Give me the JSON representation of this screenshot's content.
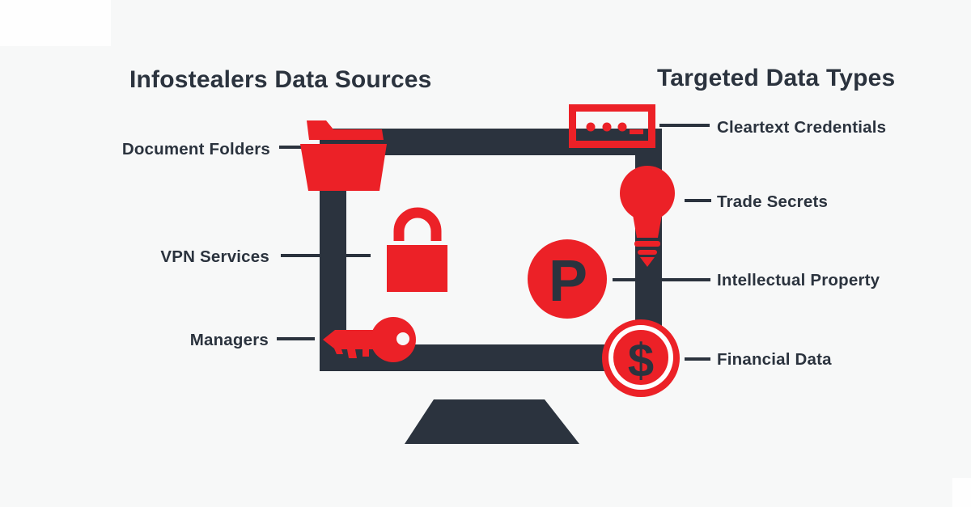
{
  "colors": {
    "accent_red": "#ec2127",
    "dark_navy": "#2b333e",
    "background": "#f7f8f8",
    "panel_white": "#fefefe"
  },
  "headings": {
    "left": "Infostealers Data Sources",
    "right": "Targeted Data Types"
  },
  "sources": [
    {
      "label": "Document Folders",
      "icon": "folder-icon"
    },
    {
      "label": "VPN Services",
      "icon": "lock-icon"
    },
    {
      "label": "Managers",
      "icon": "key-icon"
    }
  ],
  "targets": [
    {
      "label": "Cleartext Credentials",
      "icon": "password-field-icon"
    },
    {
      "label": "Trade Secrets",
      "icon": "lightbulb-icon"
    },
    {
      "label": "Intellectual Property",
      "icon": "p-badge-icon"
    },
    {
      "label": "Financial Data",
      "icon": "dollar-coin-icon"
    }
  ],
  "icons": {
    "p_letter": "P",
    "dollar_sign": "$"
  }
}
